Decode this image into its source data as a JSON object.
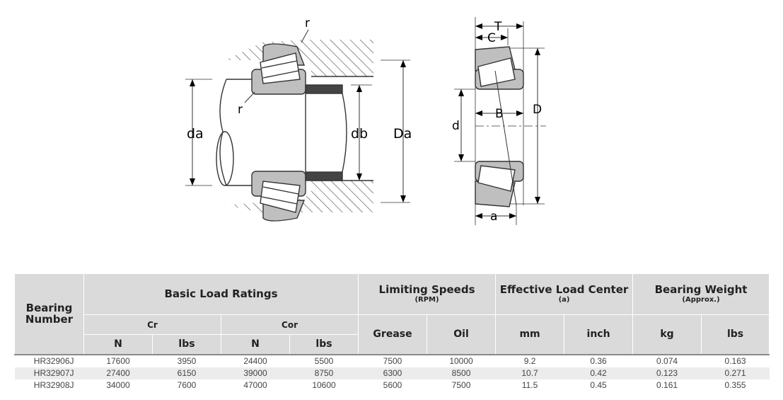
{
  "figure": {
    "mounting_labels": {
      "r_top": "r",
      "r_left": "r",
      "da": "da",
      "db": "db",
      "Da": "Da"
    },
    "bearing_labels": {
      "T": "T",
      "C": "C",
      "B": "B",
      "D": "D",
      "d": "d",
      "a": "a"
    }
  },
  "table": {
    "row_header": [
      "Bearing",
      "Number"
    ],
    "groups": {
      "basic_load": "Basic Load Ratings",
      "limiting_speeds": "Limiting Speeds",
      "limiting_speeds_unit": "(RPM)",
      "load_center": "Effective Load Center",
      "load_center_unit": "(a)",
      "weight": "Bearing Weight",
      "weight_unit": "(Approx.)"
    },
    "subgroups": {
      "cr": "Cr",
      "cor": "Cor"
    },
    "units": {
      "cr_n": "N",
      "cr_lbs": "lbs",
      "cor_n": "N",
      "cor_lbs": "lbs",
      "grease": "Grease",
      "oil": "Oil",
      "mm": "mm",
      "inch": "inch",
      "kg": "kg",
      "lbs": "lbs"
    },
    "rows": [
      {
        "part": "HR32906J",
        "cr_n": "17600",
        "cr_lbs": "3950",
        "cor_n": "24400",
        "cor_lbs": "5500",
        "grease": "7500",
        "oil": "10000",
        "mm": "9.2",
        "inch": "0.36",
        "kg": "0.074",
        "lbs": "0.163"
      },
      {
        "part": "HR32907J",
        "cr_n": "27400",
        "cr_lbs": "6150",
        "cor_n": "39000",
        "cor_lbs": "8750",
        "grease": "6300",
        "oil": "8500",
        "mm": "10.7",
        "inch": "0.42",
        "kg": "0.123",
        "lbs": "0.271"
      },
      {
        "part": "HR32908J",
        "cr_n": "34000",
        "cr_lbs": "7600",
        "cor_n": "47000",
        "cor_lbs": "10600",
        "grease": "5600",
        "oil": "7500",
        "mm": "11.5",
        "inch": "0.45",
        "kg": "0.161",
        "lbs": "0.355"
      }
    ]
  }
}
